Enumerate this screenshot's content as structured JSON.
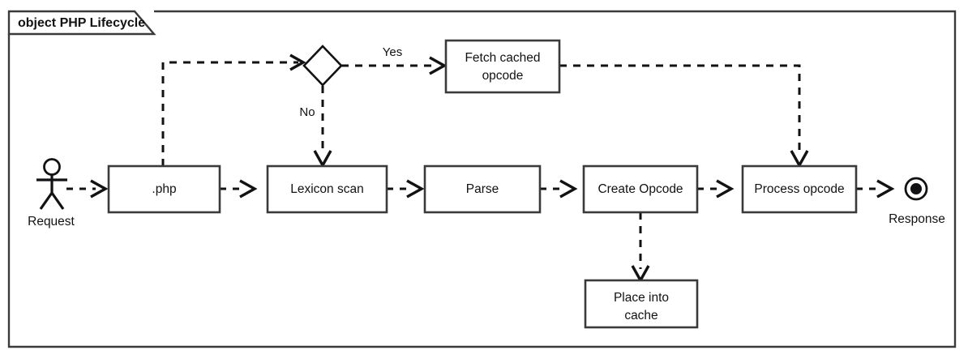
{
  "frame": {
    "title": "object PHP Lifecycle",
    "border_color": "#3a3a3c",
    "background": "#ffffff"
  },
  "theme": {
    "line_color": "#121214",
    "box_stroke": "#3a3a3c",
    "box_fill": "#ffffff",
    "text_color": "#121214"
  },
  "nodes": {
    "request_actor": {
      "label": "Request",
      "type": "actor"
    },
    "php": {
      "label": ".php",
      "type": "box"
    },
    "decision": {
      "label": "",
      "type": "decision"
    },
    "fetch_cached": {
      "label_line1": "Fetch cached",
      "label_line2": "opcode",
      "type": "box"
    },
    "lexicon_scan": {
      "label": "Lexicon scan",
      "type": "box"
    },
    "parse": {
      "label": "Parse",
      "type": "box"
    },
    "create_opcode": {
      "label": "Create Opcode",
      "type": "box"
    },
    "process_opcode": {
      "label": "Process opcode",
      "type": "box"
    },
    "place_into_cache": {
      "label_line1": "Place into",
      "label_line2": "cache",
      "type": "box"
    },
    "response_end": {
      "label": "Response",
      "type": "final-node"
    }
  },
  "edge_labels": {
    "yes": "Yes",
    "no": "No"
  }
}
